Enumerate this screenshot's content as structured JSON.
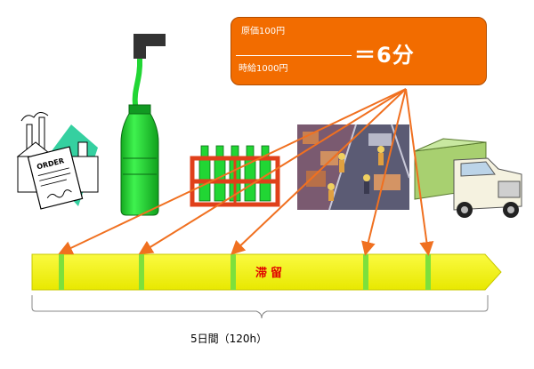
{
  "formula": {
    "numerator": "原価100円",
    "denominator": "時給1000円",
    "result": "＝6分"
  },
  "stages": [
    {
      "name": "order"
    },
    {
      "name": "bottle"
    },
    {
      "name": "bottle-crate"
    },
    {
      "name": "warehouse"
    },
    {
      "name": "truck"
    }
  ],
  "timeline": {
    "label": "滞留",
    "duration": "5日間（120h）"
  },
  "colors": {
    "box": "#f26c00",
    "arrow": "#f07020",
    "bar_fill": "#f5f500",
    "bar_marker": "#7de03c",
    "label": "#e00000",
    "bottle": "#21d634"
  }
}
